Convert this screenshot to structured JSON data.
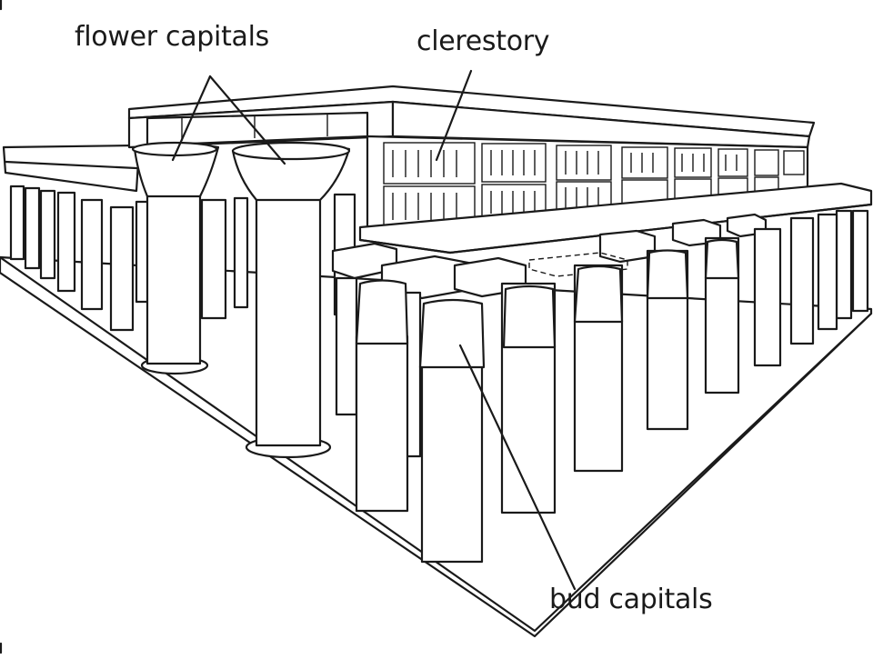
{
  "labels": {
    "flower_capitals": "flower capitals",
    "clerestory": "clerestory",
    "bud_capitals": "bud capitals"
  },
  "colors": {
    "line": "#1a1a1a",
    "background": "#ffffff"
  }
}
